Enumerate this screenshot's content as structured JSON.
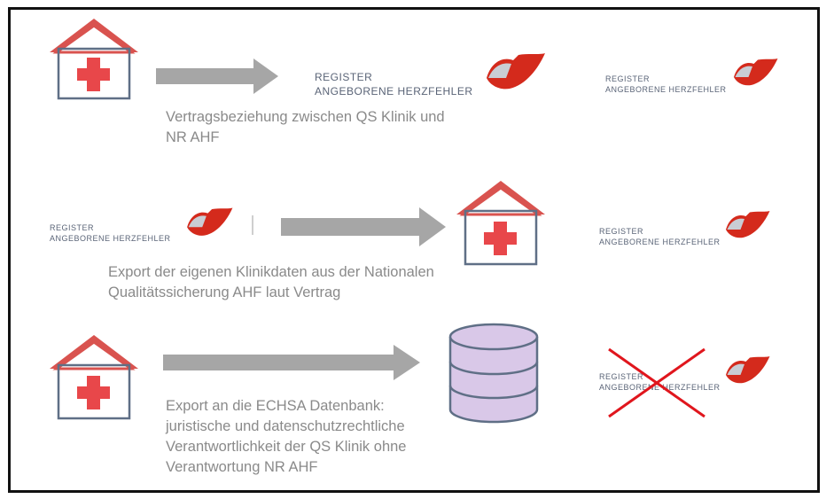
{
  "logo": {
    "line1": "REGISTER",
    "line2": "ANGEBORENE HERZFEHLER"
  },
  "rows": [
    {
      "caption_lines": [
        "Vertragsbeziehung zwischen QS Klinik und",
        "NR AHF"
      ]
    },
    {
      "caption_lines": [
        "Export der eigenen Klinikdaten aus der Nationalen",
        "Qualitätssicherung AHF laut Vertrag"
      ]
    },
    {
      "caption_lines": [
        "Export an die ECHSA Datenbank:",
        "juristische und datenschutzrechtliche",
        "Verantwortlichkeit der QS Klinik ohne",
        "Verantwortung NR AHF"
      ]
    }
  ],
  "colors": {
    "house_roof": "#d9534f",
    "house_wall": "#5f6f86",
    "cross": "#e8474a",
    "arrow": "#a6a6a6",
    "database": "#d9c8e8",
    "x_mark": "#e0161d",
    "logo_red": "#d42a1c"
  }
}
